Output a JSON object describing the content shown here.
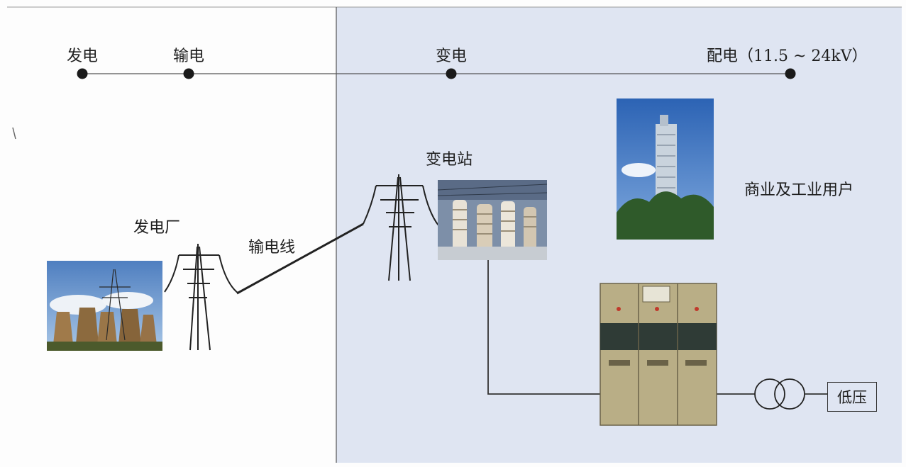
{
  "stages": {
    "generation": "发电",
    "transmission": "输电",
    "substation": "变电",
    "distribution": "配电（11.5 ~ 24kV）"
  },
  "labels": {
    "power_plant": "发电厂",
    "transmission_line": "输电线",
    "substation": "变电站",
    "users": "商业及工业用户",
    "low_voltage": "低压"
  },
  "colors": {
    "left_panel": "#fdfdfd",
    "right_panel": "#dfe5f2",
    "line": "#333333",
    "dot": "#1a1a1a"
  }
}
